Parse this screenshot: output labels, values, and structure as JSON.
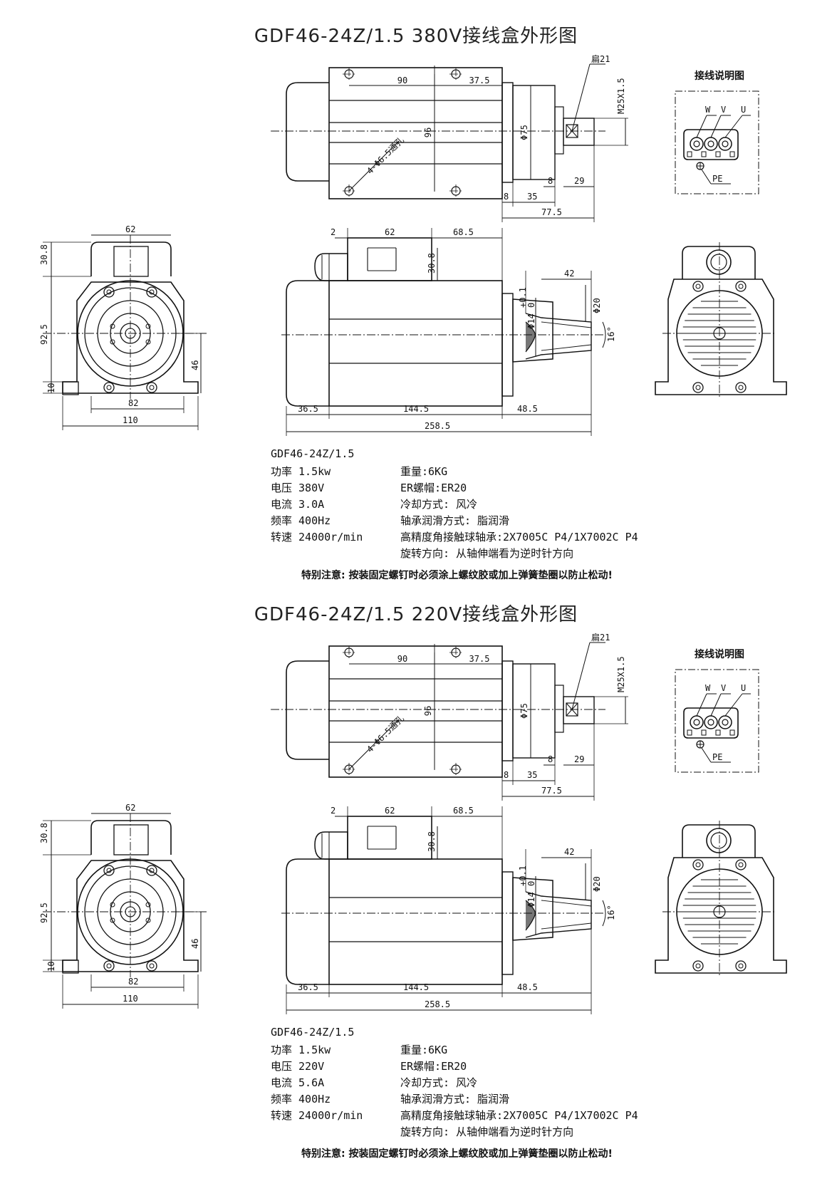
{
  "sheets": [
    {
      "title": "GDF46-24Z/1.5  380V接线盒外形图",
      "model": "GDF46-24Z/1.5",
      "specs_left": [
        "功率 1.5kw",
        "电压 380V",
        "电流 3.0A",
        "频率 400Hz",
        "转速 24000r/min"
      ],
      "specs_right": [
        "重量:6KG",
        "ER螺帽:ER20",
        "冷却方式: 风冷",
        "轴承润滑方式: 脂润滑",
        "高精度角接触球轴承:2X7005C P4/1X7002C P4",
        "旋转方向:  从轴伸端看为逆时针方向"
      ],
      "note": "特别注意: 按装固定螺钉时必须涂上螺纹胶或加上弹簧垫圈以防止松动!"
    },
    {
      "title": "GDF46-24Z/1.5  220V接线盒外形图",
      "model": "GDF46-24Z/1.5",
      "specs_left": [
        "功率 1.5kw",
        "电压 220V",
        "电流 5.6A",
        "频率 400Hz",
        "转速 24000r/min"
      ],
      "specs_right": [
        "重量:6KG",
        "ER螺帽:ER20",
        "冷却方式: 风冷",
        "轴承润滑方式: 脂润滑",
        "高精度角接触球轴承:2X7005C P4/1X7002C P4",
        "旋转方向: 从轴伸端看为逆时针方向"
      ],
      "note": "特别注意: 按装固定螺钉时必须涂上螺纹胶或加上弹簧垫圈以防止松动!"
    }
  ],
  "wiring": {
    "title": "接线说明图",
    "terminals": [
      "W",
      "V",
      "U"
    ],
    "ground": "PE"
  },
  "dims": {
    "top_view": {
      "a": "90",
      "b": "37.5",
      "height": "96",
      "dia": "Φ75",
      "holes": "4-Φ6.5通孔",
      "wrench": "扁21",
      "thread": "M25X1.5",
      "s1": "8",
      "s2": "29",
      "s3": "8",
      "s4": "35",
      "s5": "77.5"
    },
    "end_view": {
      "w_top": "62",
      "h_top": "30.8",
      "h_body": "92.5",
      "h_axis": "46",
      "h_foot": "10",
      "w_holes": "82",
      "w_total": "110"
    },
    "side_view": {
      "a": "2",
      "b": "62",
      "c": "68.5",
      "h_box": "30.8",
      "shaft_len": "42",
      "shaft_d": "Φ20",
      "bore": "Φ14",
      "tol_up": "+0.1",
      "tol_low": "0",
      "angle": "16°",
      "l1": "36.5",
      "l2": "144.5",
      "l3": "48.5",
      "total": "258.5"
    }
  }
}
